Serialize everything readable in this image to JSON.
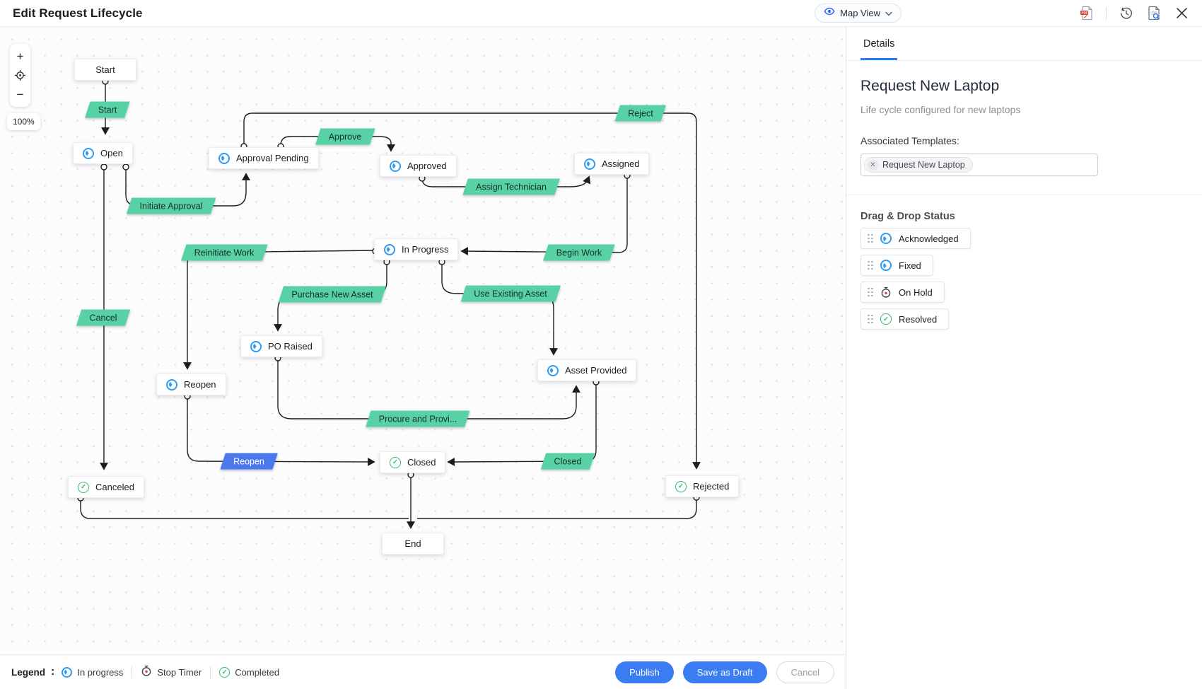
{
  "header": {
    "title": "Edit Request Lifecycle",
    "view_selector": "Map View"
  },
  "canvas": {
    "zoom_in": "+",
    "zoom_out": "−",
    "zoom_level": "100%"
  },
  "flowchart": {
    "nodes": [
      {
        "label": "Start",
        "icon": "none"
      },
      {
        "label": "Open",
        "icon": "in-progress"
      },
      {
        "label": "Approval Pending",
        "icon": "in-progress"
      },
      {
        "label": "Approved",
        "icon": "in-progress"
      },
      {
        "label": "Assigned",
        "icon": "in-progress"
      },
      {
        "label": "In Progress",
        "icon": "in-progress"
      },
      {
        "label": "PO Raised",
        "icon": "in-progress"
      },
      {
        "label": "Reopen",
        "icon": "in-progress"
      },
      {
        "label": "Asset Provided",
        "icon": "in-progress"
      },
      {
        "label": "Closed",
        "icon": "completed"
      },
      {
        "label": "Canceled",
        "icon": "completed"
      },
      {
        "label": "Rejected",
        "icon": "completed"
      },
      {
        "label": "End",
        "icon": "none"
      }
    ],
    "transitions": [
      {
        "label": "Start",
        "color": "green"
      },
      {
        "label": "Approve",
        "color": "green"
      },
      {
        "label": "Reject",
        "color": "green"
      },
      {
        "label": "Initiate Approval",
        "color": "green"
      },
      {
        "label": "Assign Technician",
        "color": "green"
      },
      {
        "label": "Reinitiate Work",
        "color": "green"
      },
      {
        "label": "Begin Work",
        "color": "green"
      },
      {
        "label": "Purchase New Asset",
        "color": "green"
      },
      {
        "label": "Use Existing Asset",
        "color": "green"
      },
      {
        "label": "Cancel",
        "color": "green"
      },
      {
        "label": "Procure and Provi...",
        "color": "green"
      },
      {
        "label": "Reopen",
        "color": "blue"
      },
      {
        "label": "Closed",
        "color": "green"
      }
    ]
  },
  "sidebar": {
    "tab": "Details",
    "title": "Request New Laptop",
    "subtitle": "Life cycle configured for new laptops",
    "associated_templates_label": "Associated Templates:",
    "template_chip": "Request New Laptop",
    "drag_drop_label": "Drag & Drop Status",
    "statuses": [
      {
        "label": "Acknowledged",
        "icon": "in-progress"
      },
      {
        "label": "Fixed",
        "icon": "in-progress"
      },
      {
        "label": "On Hold",
        "icon": "stop-timer"
      },
      {
        "label": "Resolved",
        "icon": "completed"
      }
    ]
  },
  "footer": {
    "legend_label": "Legend",
    "legend_separator": ":",
    "legend_items": [
      {
        "label": "In progress",
        "icon": "in-progress"
      },
      {
        "label": "Stop Timer",
        "icon": "stop-timer"
      },
      {
        "label": "Completed",
        "icon": "completed"
      }
    ],
    "publish": "Publish",
    "save_as_draft": "Save as Draft",
    "cancel": "Cancel"
  },
  "colors": {
    "accent_blue": "#3b7cf2",
    "transition_green": "#58d1a5",
    "transition_blue": "#4b79ec",
    "in_progress_blue": "#2f9cf3",
    "completed_green": "#2dbd6e",
    "stop_timer_red": "#e5484d"
  }
}
